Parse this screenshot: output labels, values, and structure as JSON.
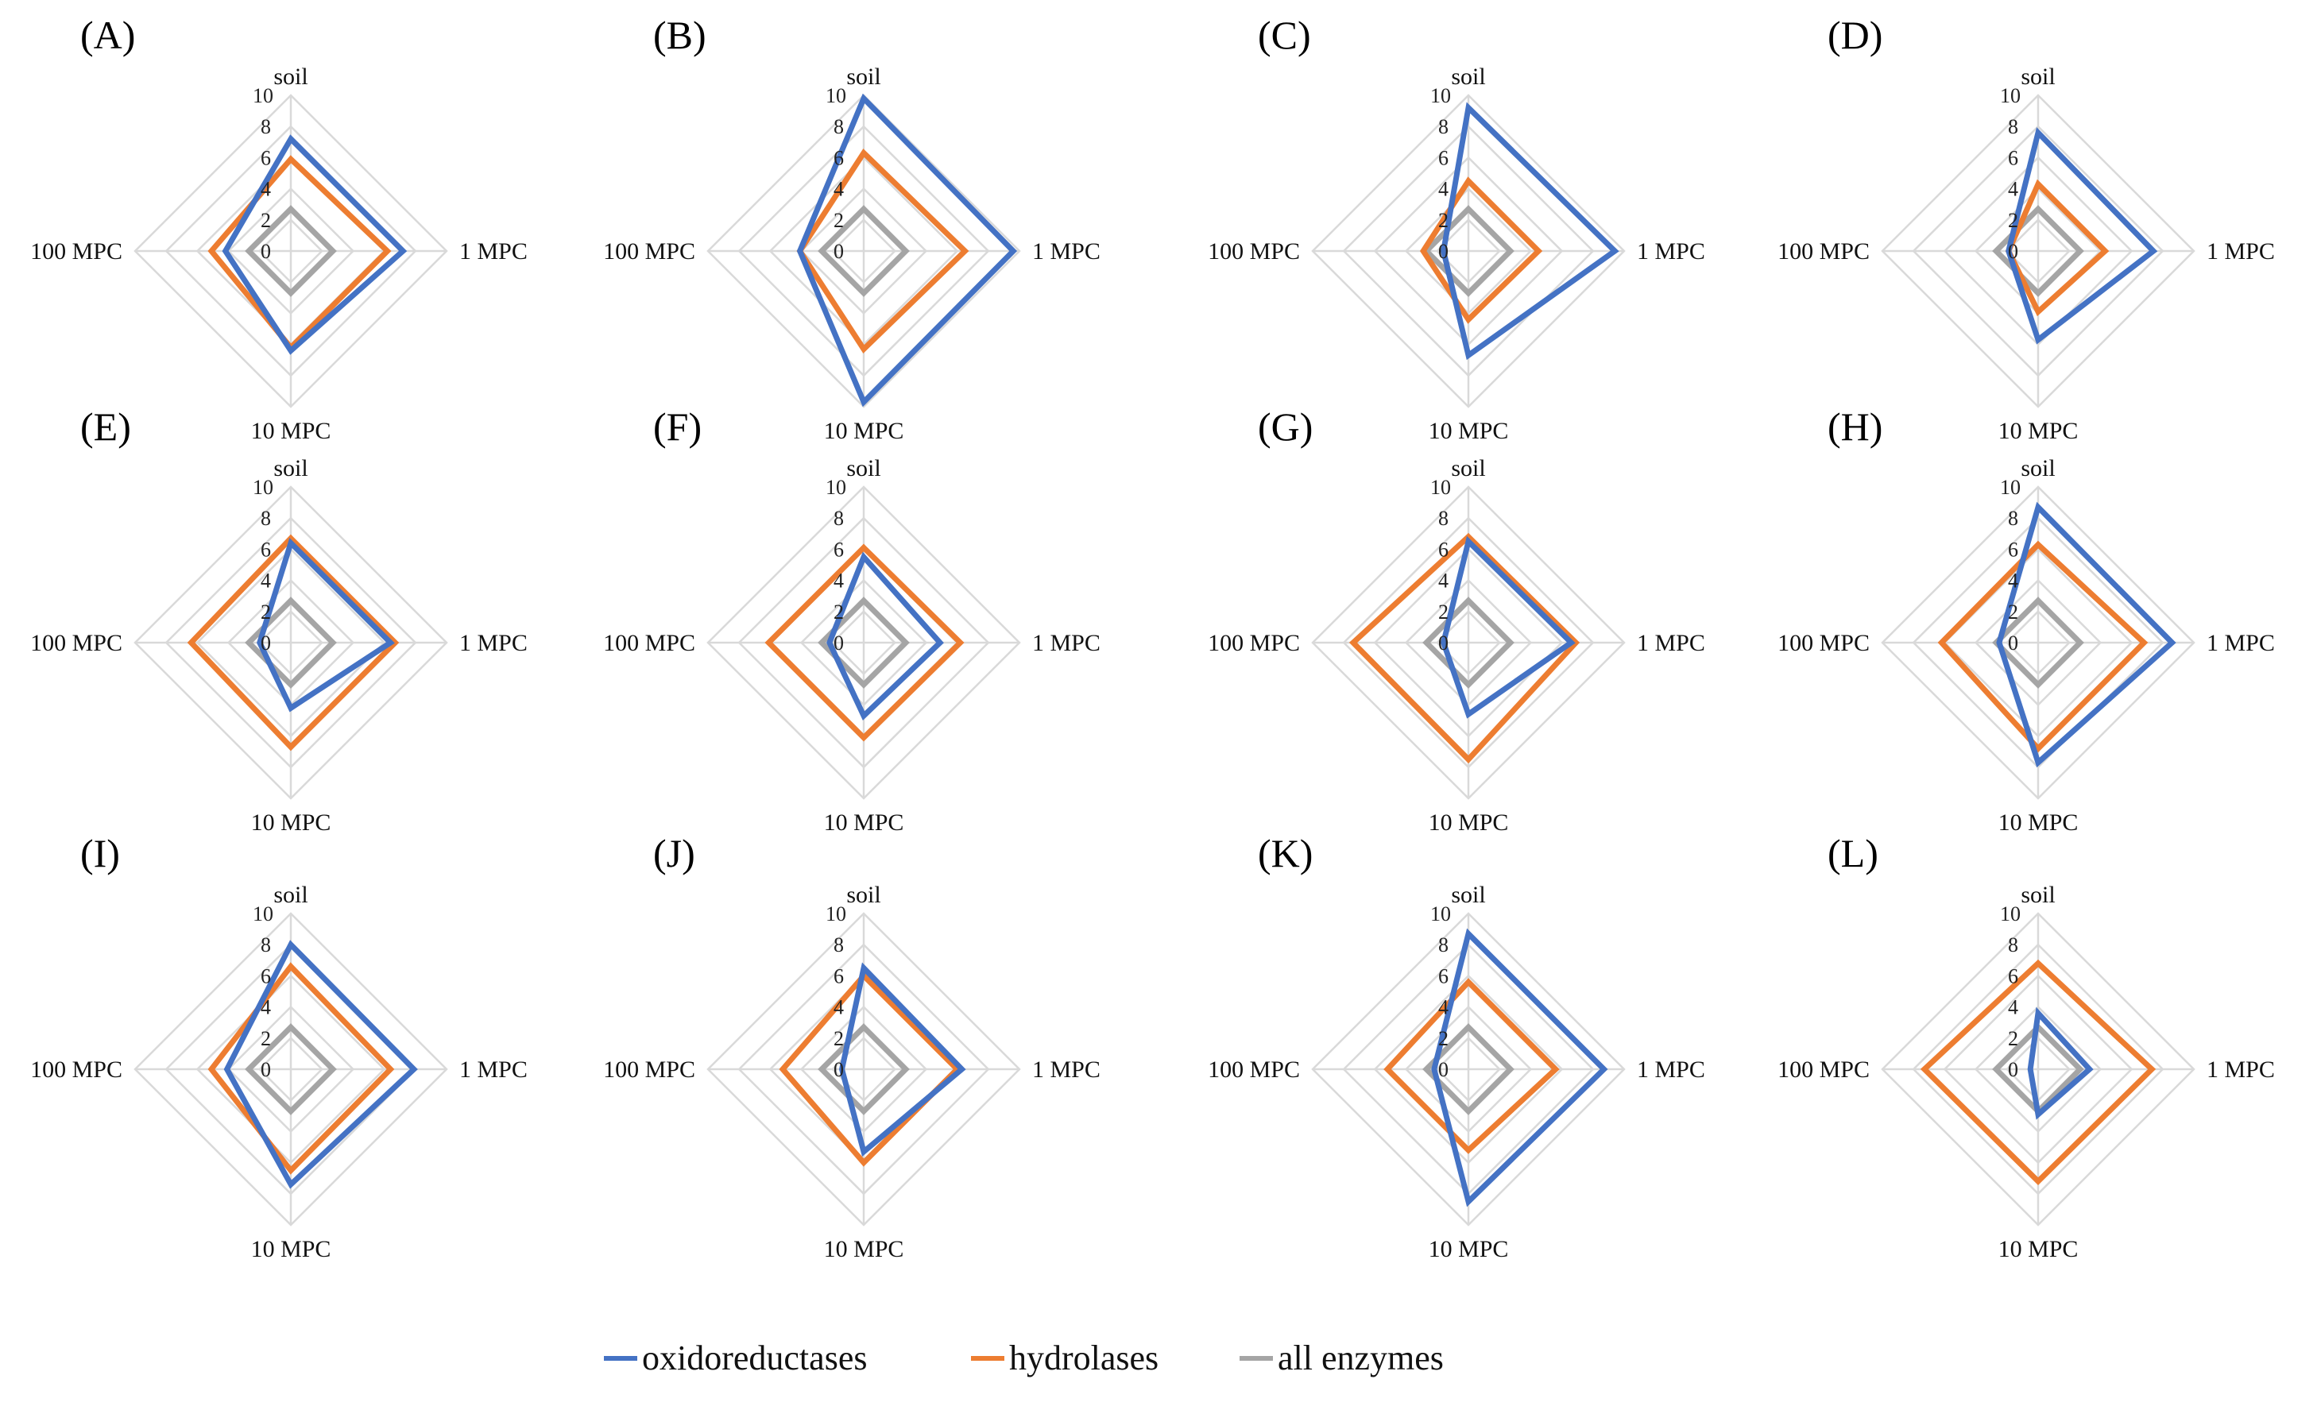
{
  "colors": {
    "oxidoreductases": "#4472c4",
    "hydrolases": "#ed7d31",
    "all enzymes": "#a5a5a5",
    "grid": "#d9d9d9"
  },
  "legend": [
    {
      "name": "oxidoreductases",
      "color": "#4472c4"
    },
    {
      "name": "hydrolases",
      "color": "#ed7d31"
    },
    {
      "name": "all enzymes",
      "color": "#a5a5a5"
    }
  ],
  "chart_data": [
    {
      "type": "radar",
      "panel": "(A)",
      "axes": [
        "soil",
        "1 MPC",
        "10 MPC",
        "100 MPC"
      ],
      "ticks": [
        "0",
        "2",
        "4",
        "6",
        "8",
        "10"
      ],
      "rlim": [
        0,
        10
      ],
      "series": [
        {
          "name": "oxidoreductases",
          "values": [
            7.2,
            7.2,
            6.4,
            4.2
          ]
        },
        {
          "name": "hydrolases",
          "values": [
            5.9,
            6.2,
            6.2,
            5.1
          ]
        },
        {
          "name": "all enzymes",
          "values": [
            2.7,
            2.7,
            2.7,
            2.7
          ]
        }
      ]
    },
    {
      "type": "radar",
      "panel": "(B)",
      "axes": [
        "soil",
        "1 MPC",
        "10 MPC",
        "100 MPC"
      ],
      "ticks": [
        "0",
        "2",
        "4",
        "6",
        "8",
        "10"
      ],
      "rlim": [
        0,
        10
      ],
      "series": [
        {
          "name": "oxidoreductases",
          "values": [
            9.8,
            9.6,
            9.7,
            4.1
          ]
        },
        {
          "name": "hydrolases",
          "values": [
            6.3,
            6.5,
            6.3,
            4.1
          ]
        },
        {
          "name": "all enzymes",
          "values": [
            2.7,
            2.7,
            2.7,
            2.7
          ]
        }
      ]
    },
    {
      "type": "radar",
      "panel": "(C)",
      "axes": [
        "soil",
        "1 MPC",
        "10 MPC",
        "100 MPC"
      ],
      "ticks": [
        "0",
        "2",
        "4",
        "6",
        "8",
        "10"
      ],
      "rlim": [
        0,
        10
      ],
      "series": [
        {
          "name": "oxidoreductases",
          "values": [
            9.2,
            9.4,
            6.7,
            1.6
          ]
        },
        {
          "name": "hydrolases",
          "values": [
            4.5,
            4.5,
            4.4,
            2.9
          ]
        },
        {
          "name": "all enzymes",
          "values": [
            2.7,
            2.7,
            2.7,
            2.7
          ]
        }
      ]
    },
    {
      "type": "radar",
      "panel": "(D)",
      "axes": [
        "soil",
        "1 MPC",
        "10 MPC",
        "100 MPC"
      ],
      "ticks": [
        "0",
        "2",
        "4",
        "6",
        "8",
        "10"
      ],
      "rlim": [
        0,
        10
      ],
      "series": [
        {
          "name": "oxidoreductases",
          "values": [
            7.6,
            7.4,
            5.7,
            1.9
          ]
        },
        {
          "name": "hydrolases",
          "values": [
            4.3,
            4.3,
            3.9,
            1.9
          ]
        },
        {
          "name": "all enzymes",
          "values": [
            2.7,
            2.7,
            2.7,
            2.7
          ]
        }
      ]
    },
    {
      "type": "radar",
      "panel": "(E)",
      "axes": [
        "soil",
        "1 MPC",
        "10 MPC",
        "100 MPC"
      ],
      "ticks": [
        "0",
        "2",
        "4",
        "6",
        "8",
        "10"
      ],
      "rlim": [
        0,
        10
      ],
      "series": [
        {
          "name": "oxidoreductases",
          "values": [
            6.4,
            6.4,
            4.2,
            2.0
          ]
        },
        {
          "name": "hydrolases",
          "values": [
            6.7,
            6.7,
            6.7,
            6.4
          ]
        },
        {
          "name": "all enzymes",
          "values": [
            2.7,
            2.7,
            2.7,
            2.7
          ]
        }
      ]
    },
    {
      "type": "radar",
      "panel": "(F)",
      "axes": [
        "soil",
        "1 MPC",
        "10 MPC",
        "100 MPC"
      ],
      "ticks": [
        "0",
        "2",
        "4",
        "6",
        "8",
        "10"
      ],
      "rlim": [
        0,
        10
      ],
      "series": [
        {
          "name": "oxidoreductases",
          "values": [
            5.5,
            4.9,
            4.7,
            2.2
          ]
        },
        {
          "name": "hydrolases",
          "values": [
            6.1,
            6.2,
            6.1,
            6.1
          ]
        },
        {
          "name": "all enzymes",
          "values": [
            2.7,
            2.7,
            2.7,
            2.7
          ]
        }
      ]
    },
    {
      "type": "radar",
      "panel": "(G)",
      "axes": [
        "soil",
        "1 MPC",
        "10 MPC",
        "100 MPC"
      ],
      "ticks": [
        "0",
        "2",
        "4",
        "6",
        "8",
        "10"
      ],
      "rlim": [
        0,
        10
      ],
      "series": [
        {
          "name": "oxidoreductases",
          "values": [
            6.5,
            6.6,
            4.6,
            1.6
          ]
        },
        {
          "name": "hydrolases",
          "values": [
            6.8,
            6.9,
            7.5,
            7.4
          ]
        },
        {
          "name": "all enzymes",
          "values": [
            2.7,
            2.7,
            2.7,
            2.7
          ]
        }
      ]
    },
    {
      "type": "radar",
      "panel": "(H)",
      "axes": [
        "soil",
        "1 MPC",
        "10 MPC",
        "100 MPC"
      ],
      "ticks": [
        "0",
        "2",
        "4",
        "6",
        "8",
        "10"
      ],
      "rlim": [
        0,
        10
      ],
      "series": [
        {
          "name": "oxidoreductases",
          "values": [
            8.7,
            8.6,
            7.7,
            2.5
          ]
        },
        {
          "name": "hydrolases",
          "values": [
            6.3,
            6.8,
            6.8,
            6.2
          ]
        },
        {
          "name": "all enzymes",
          "values": [
            2.7,
            2.7,
            2.7,
            2.7
          ]
        }
      ]
    },
    {
      "type": "radar",
      "panel": "(I)",
      "axes": [
        "soil",
        "1 MPC",
        "10 MPC",
        "100 MPC"
      ],
      "ticks": [
        "0",
        "2",
        "4",
        "6",
        "8",
        "10"
      ],
      "rlim": [
        0,
        10
      ],
      "series": [
        {
          "name": "oxidoreductases",
          "values": [
            8.0,
            7.9,
            7.4,
            4.1
          ]
        },
        {
          "name": "hydrolases",
          "values": [
            6.6,
            6.4,
            6.5,
            5.1
          ]
        },
        {
          "name": "all enzymes",
          "values": [
            2.7,
            2.7,
            2.7,
            2.7
          ]
        }
      ]
    },
    {
      "type": "radar",
      "panel": "(J)",
      "axes": [
        "soil",
        "1 MPC",
        "10 MPC",
        "100 MPC"
      ],
      "ticks": [
        "0",
        "2",
        "4",
        "6",
        "8",
        "10"
      ],
      "rlim": [
        0,
        10
      ],
      "series": [
        {
          "name": "oxidoreductases",
          "values": [
            6.5,
            6.3,
            5.3,
            1.4
          ]
        },
        {
          "name": "hydrolases",
          "values": [
            6.0,
            6.0,
            6.0,
            5.2
          ]
        },
        {
          "name": "all enzymes",
          "values": [
            2.7,
            2.7,
            2.7,
            2.7
          ]
        }
      ]
    },
    {
      "type": "radar",
      "panel": "(K)",
      "axes": [
        "soil",
        "1 MPC",
        "10 MPC",
        "100 MPC"
      ],
      "ticks": [
        "0",
        "2",
        "4",
        "6",
        "8",
        "10"
      ],
      "rlim": [
        0,
        10
      ],
      "series": [
        {
          "name": "oxidoreductases",
          "values": [
            8.7,
            8.7,
            8.5,
            2.2
          ]
        },
        {
          "name": "hydrolases",
          "values": [
            5.6,
            5.6,
            5.2,
            5.2
          ]
        },
        {
          "name": "all enzymes",
          "values": [
            2.7,
            2.7,
            2.7,
            2.7
          ]
        }
      ]
    },
    {
      "type": "radar",
      "panel": "(L)",
      "axes": [
        "soil",
        "1 MPC",
        "10 MPC",
        "100 MPC"
      ],
      "ticks": [
        "0",
        "2",
        "4",
        "6",
        "8",
        "10"
      ],
      "rlim": [
        0,
        10
      ],
      "series": [
        {
          "name": "oxidoreductases",
          "values": [
            3.6,
            3.3,
            2.9,
            0.5
          ]
        },
        {
          "name": "hydrolases",
          "values": [
            6.8,
            7.3,
            7.2,
            7.3
          ]
        },
        {
          "name": "all enzymes",
          "values": [
            2.7,
            2.7,
            2.7,
            2.7
          ]
        }
      ]
    }
  ]
}
